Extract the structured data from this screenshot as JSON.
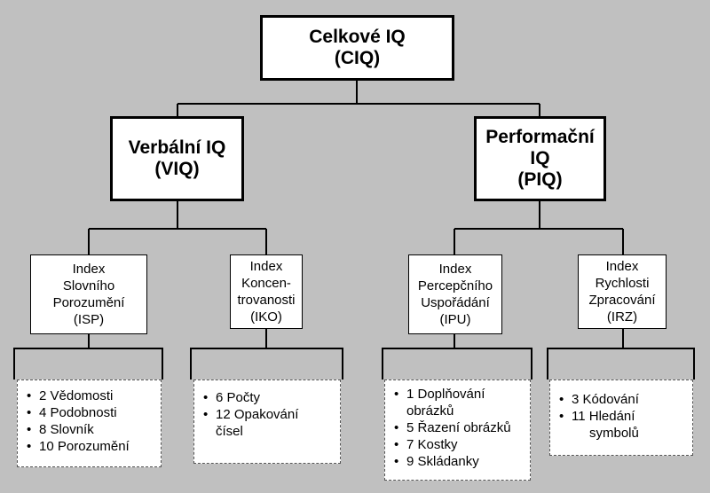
{
  "top": {
    "line1": "Celkové IQ",
    "line2": "(CIQ)"
  },
  "verbal": {
    "line1": "Verbální IQ",
    "line2": "(VIQ)"
  },
  "perf": {
    "line1": "Performační",
    "line2": "IQ",
    "line3": "(PIQ)"
  },
  "isp": {
    "lines": [
      "Index",
      "Slovního",
      "Porozumění",
      "(ISP)"
    ]
  },
  "iko": {
    "lines": [
      "Index",
      "Koncen-",
      "trovanosti",
      "(IKO)"
    ]
  },
  "ipu": {
    "lines": [
      "Index",
      "Percepčního",
      "Uspořádání",
      "(IPU)"
    ]
  },
  "irz": {
    "lines": [
      "Index",
      "Rychlosti",
      "Zpracování",
      "(IRZ)"
    ]
  },
  "bullet": "•",
  "isp_tests": [
    "2 Vědomosti",
    "4 Podobnosti",
    "8 Slovník",
    "10 Porozumění"
  ],
  "iko_tests": [
    "6 Počty",
    "12 Opakování",
    "čísel"
  ],
  "ipu_tests": [
    "1 Doplňování",
    "obrázků",
    "5 Řazení obrázků",
    "7 Kostky",
    "9 Skládanky"
  ],
  "irz_tests": [
    "3 Kódování",
    "11 Hledání",
    "symbolů"
  ]
}
